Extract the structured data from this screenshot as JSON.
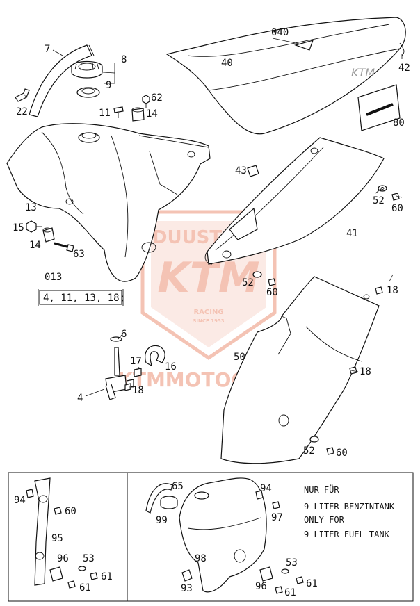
{
  "callouts": {
    "c7": "7",
    "c8": "8",
    "c9": "9",
    "c22": "22",
    "c62": "62",
    "c11": "11",
    "c14a": "14",
    "c040": "040",
    "c40": "40",
    "c42": "42",
    "c80": "80",
    "c13": "13",
    "c15": "15",
    "c14b": "14",
    "c63": "63",
    "c43": "43",
    "c41": "41",
    "c52a": "52",
    "c60a": "60",
    "c52b": "52",
    "c60b": "60",
    "c013": "013",
    "c6": "6",
    "c17": "17",
    "c16": "16",
    "c4": "4",
    "c18a": "18",
    "c18b": "18",
    "c50": "50",
    "c18c": "18",
    "c52c": "52",
    "c60c": "60",
    "c94a": "94",
    "c60d": "60",
    "c95": "95",
    "c96a": "96",
    "c53a": "53",
    "c61a": "61",
    "c61b": "61",
    "c65": "65",
    "c99": "99",
    "c94b": "94",
    "c97": "97",
    "c98": "98",
    "c53b": "53",
    "c61c": "61",
    "c93": "93",
    "c96b": "96",
    "c61d": "61"
  },
  "kit_label": "4, 11, 13, 18;",
  "note": {
    "line1": "NUR FÜR",
    "line2": "9 LITER BENZINTANK",
    "line3": "ONLY FOR",
    "line4": "9 LITER FUEL TANK"
  },
  "watermark": {
    "top": "DUUSTANO",
    "brand": "KTM",
    "racing": "RACING",
    "since": "SINCE 1953",
    "url": "KTMMOTOCYKLE.PL",
    "color": "#f3b9a8"
  },
  "colors": {
    "line": "#111111",
    "watermark": "#f3b9a8"
  }
}
